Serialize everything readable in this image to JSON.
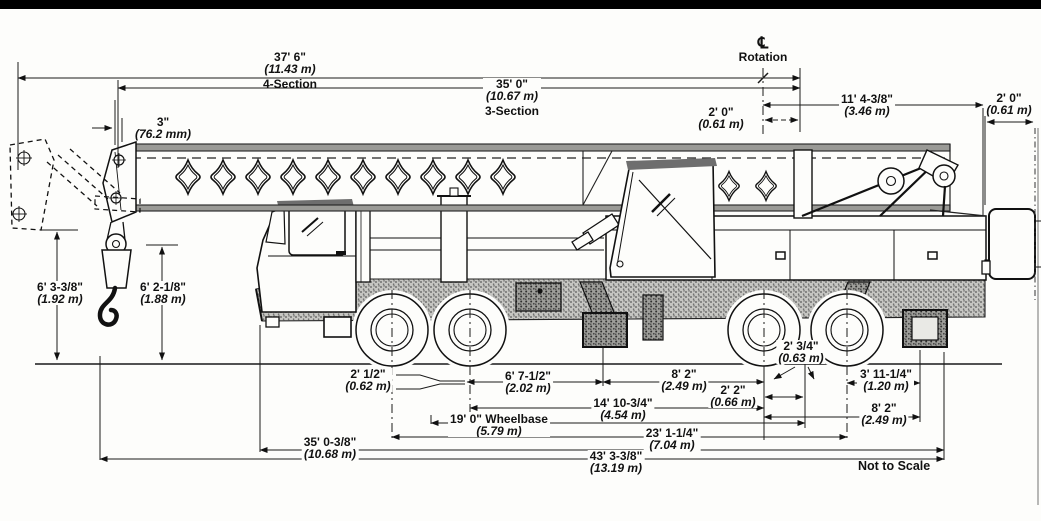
{
  "top_dims": {
    "boom_4_section": {
      "v": "37' 6\"",
      "m": "(11.43 m)",
      "note": "4-Section"
    },
    "boom_3_section": {
      "v": "35' 0\"",
      "m": "(10.67 m)",
      "note": "3-Section"
    },
    "rotation_centerline": {
      "sym": "℄",
      "label": "Rotation"
    },
    "rotation_to_boom_hinge": {
      "v": "2' 0\"",
      "m": "(0.61 m)"
    },
    "tail_swing": {
      "v": "11' 4-3/8\"",
      "m": "(3.46 m)"
    },
    "counterweight_width": {
      "v": "2' 0\"",
      "m": "(0.61 m)"
    },
    "boom_tip_offset": {
      "v": "3\"",
      "m": "(76.2 mm)"
    }
  },
  "left_dims": {
    "boom_tip_height": {
      "v": "6' 3-3/8\"",
      "m": "(1.92 m)"
    },
    "hook_height": {
      "v": "6' 2-1/8\"",
      "m": "(1.88 m)"
    }
  },
  "bottom_dims": [
    {
      "v": "2' 1/2\"",
      "m": "(0.62 m)"
    },
    {
      "v": "6' 7-1/2\"",
      "m": "(2.02 m)"
    },
    {
      "v": "8' 2\"",
      "m": "(2.49 m)"
    },
    {
      "v": "2' 3/4\"",
      "m": "(0.63 m)"
    },
    {
      "v": "2' 2\"",
      "m": "(0.66 m)"
    },
    {
      "v": "3' 11-1/4\"",
      "m": "(1.20 m)"
    },
    {
      "v": "14' 10-3/4\"",
      "m": "(4.54 m)"
    },
    {
      "v": "19' 0\" Wheelbase",
      "m": "(5.79 m)"
    },
    {
      "v": "8' 2\"",
      "m": "(2.49 m)"
    },
    {
      "v": "23' 1-1/4\"",
      "m": "(7.04 m)"
    },
    {
      "v": "35' 0-3/8\"",
      "m": "(10.68 m)"
    },
    {
      "v": "43' 3-3/8\"",
      "m": "(13.19 m)"
    }
  ],
  "footer": {
    "not_to_scale": "Not to Scale"
  }
}
